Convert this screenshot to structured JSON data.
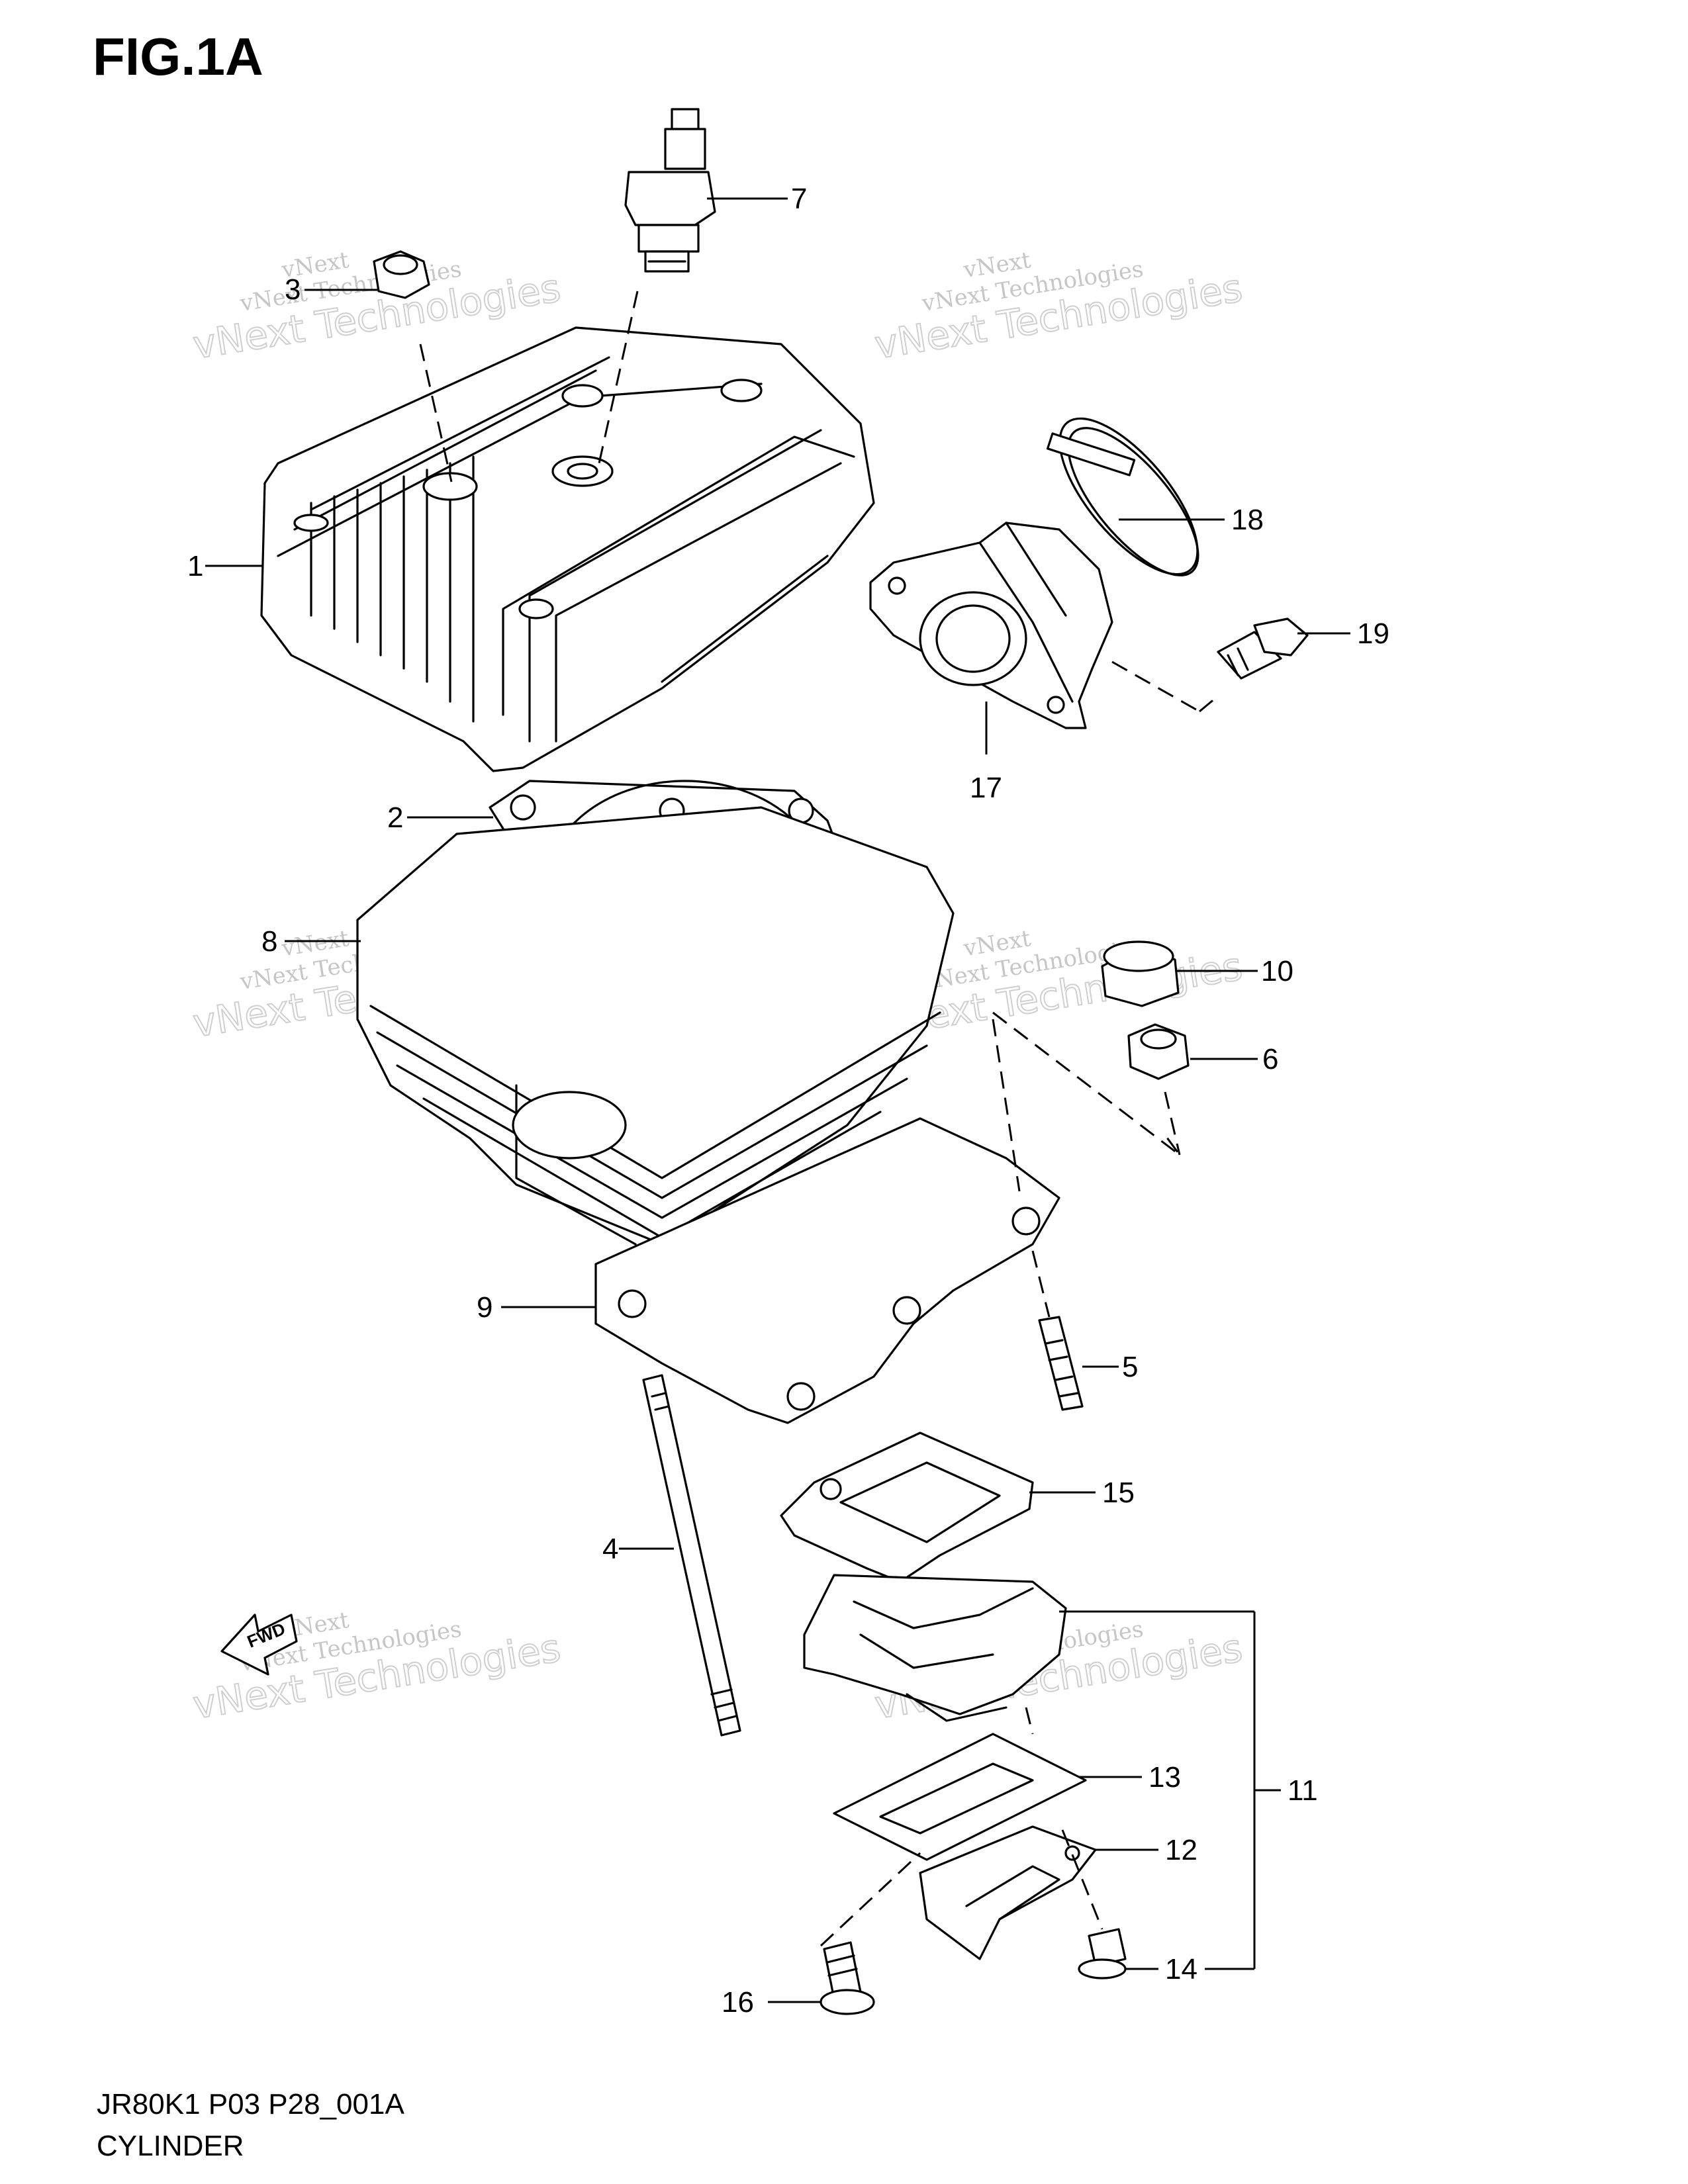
{
  "figure": {
    "title": "FIG.1A",
    "code": "JR80K1 P03 P28_001A",
    "name": "CYLINDER"
  },
  "watermark": {
    "line1": "vNext Technologies",
    "line2": "vNext Technologies",
    "logo": "vNext"
  },
  "callouts": [
    "1",
    "2",
    "3",
    "4",
    "5",
    "6",
    "7",
    "8",
    "9",
    "10",
    "11",
    "12",
    "13",
    "14",
    "15",
    "16",
    "17",
    "18",
    "19"
  ],
  "fwd_label": "FWD",
  "colors": {
    "ink": "#000000",
    "watermark": "#b8b8b8",
    "background": "#ffffff"
  },
  "icons": {
    "forward_arrow": "fwd-arrow-icon"
  }
}
